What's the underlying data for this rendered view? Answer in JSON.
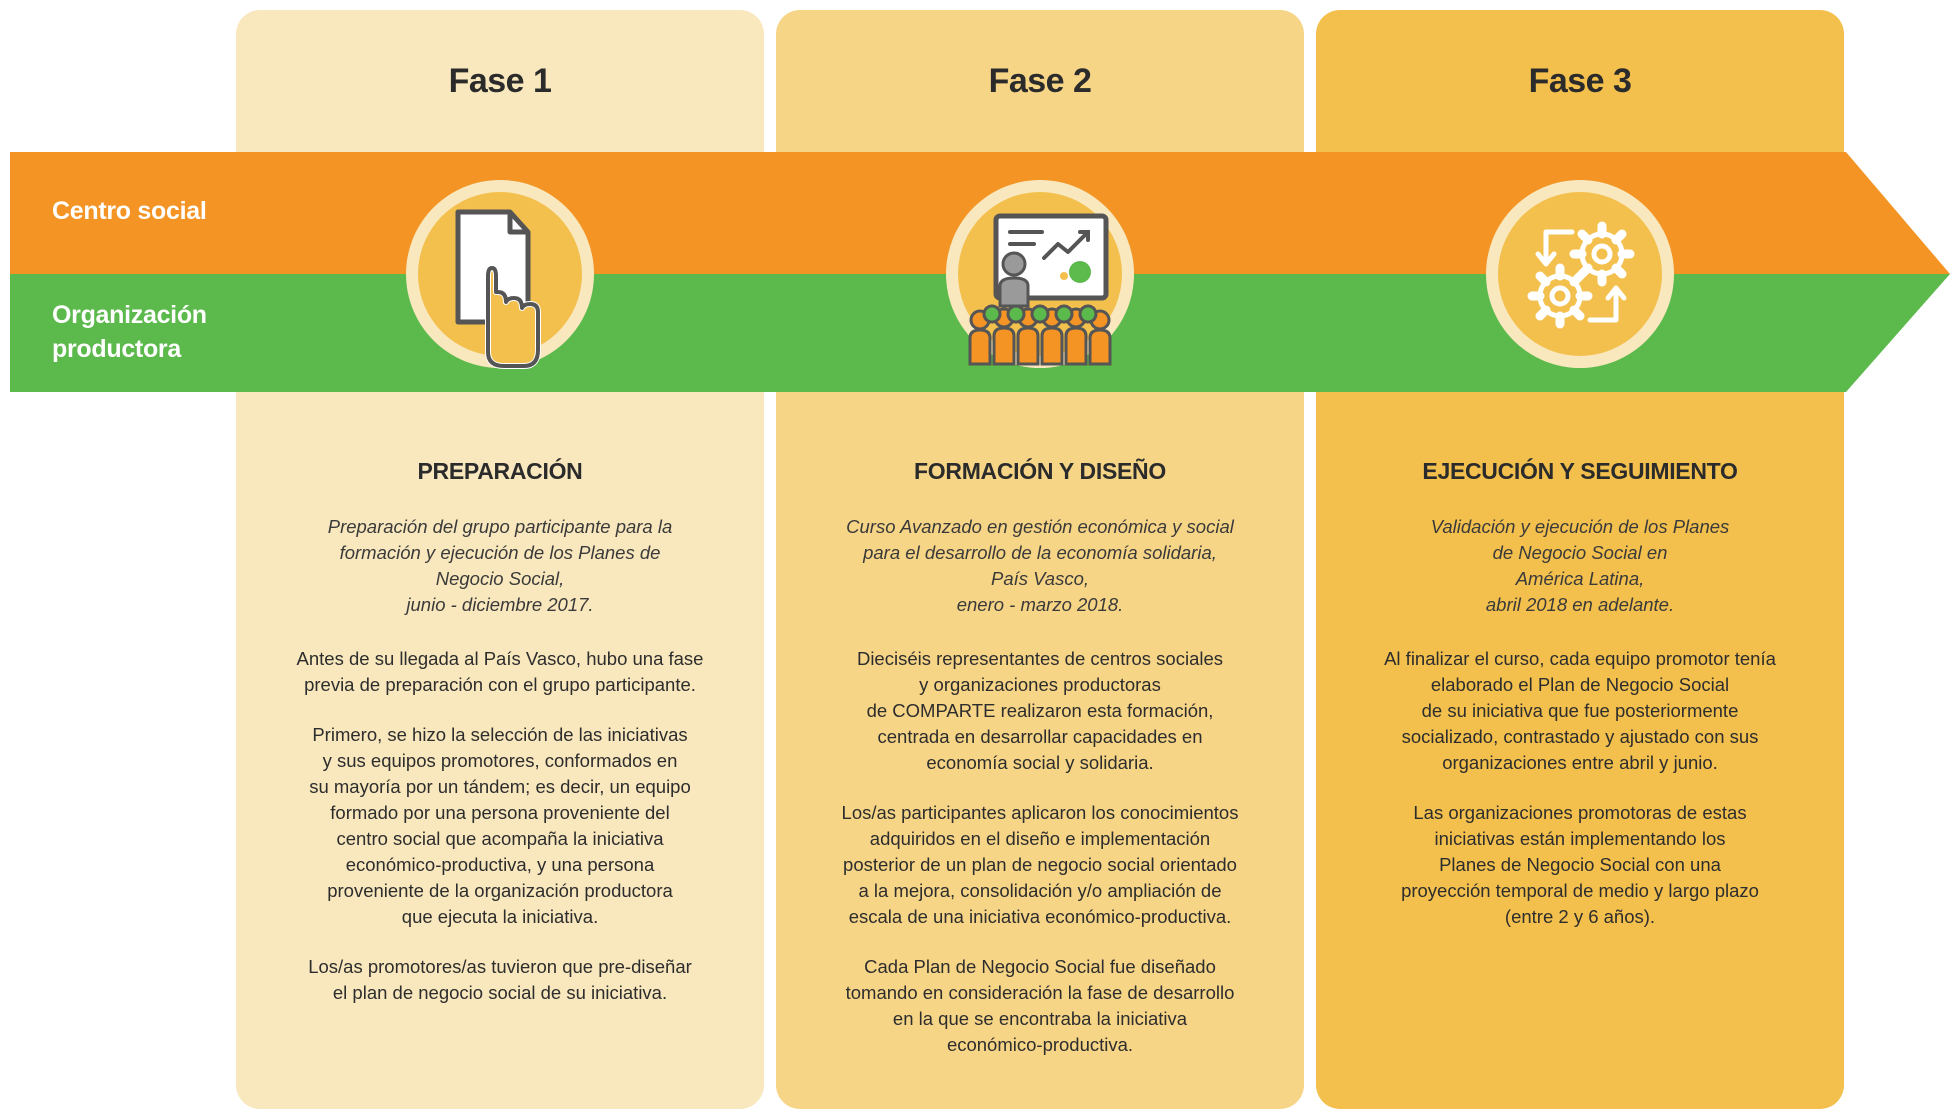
{
  "band": {
    "top_label": "Centro social",
    "bottom_label": "Organización\nproductora",
    "colors": {
      "orange": "#f39425",
      "green": "#5cb94c"
    }
  },
  "phases": [
    {
      "title": "Fase 1",
      "icon": "hand-pointer-document-icon",
      "heading": "PREPARACIÓN",
      "subtitle": "Preparación del grupo participante para la\nformación y ejecución de los Planes de\nNegocio Social,\njunio - diciembre 2017.",
      "paragraphs": [
        "Antes de su llegada al País Vasco, hubo una fase\nprevia de preparación con el grupo participante.",
        "Primero, se hizo la selección de las iniciativas\ny sus equipos promotores, conformados en\nsu mayoría por un tándem; es decir, un equipo\nformado por una persona proveniente del\ncentro social que acompaña la iniciativa\neconómico-productiva, y una persona\nproveniente de la organización productora\nque ejecuta la iniciativa.",
        "Los/as promotores/as tuvieron que pre-diseñar\nel plan de negocio social de su iniciativa."
      ],
      "color": "#f9e8be"
    },
    {
      "title": "Fase 2",
      "icon": "presentation-audience-icon",
      "heading": "FORMACIÓN Y DISEÑO",
      "subtitle": "Curso Avanzado en gestión económica y social\npara el desarrollo de la economía solidaria,\nPaís Vasco,\nenero - marzo 2018.",
      "paragraphs": [
        "Dieciséis representantes de centros sociales\ny organizaciones productoras\nde COMPARTE realizaron esta formación,\ncentrada en desarrollar capacidades en\neconomía social y solidaria.",
        "Los/as participantes aplicaron los conocimientos\nadquiridos en el diseño e implementación\nposterior de un plan de negocio social orientado\na la mejora, consolidación y/o ampliación de\nescala de una iniciativa económico-productiva.",
        "Cada Plan de Negocio Social fue diseñado\ntomando en consideración la fase de desarrollo\nen la que se encontraba la iniciativa\neconómico-productiva."
      ],
      "color": "#f7d587"
    },
    {
      "title": "Fase 3",
      "icon": "gears-cycle-icon",
      "heading": "EJECUCIÓN Y SEGUIMIENTO",
      "subtitle": "Validación y ejecución de los Planes\nde Negocio Social en\nAmérica Latina,\nabril 2018 en adelante.",
      "paragraphs": [
        "Al finalizar el curso, cada equipo promotor tenía\nelaborado el Plan de Negocio Social\nde su iniciativa que fue posteriormente\nsocializado, contrastado y ajustado con sus\norganizaciones entre abril y junio.",
        "Las organizaciones promotoras de estas\niniciativas están implementando los\nPlanes de Negocio Social con una\nproyección temporal de medio y largo plazo\n(entre 2 y 6 años)."
      ],
      "color": "#f3c04d"
    }
  ]
}
